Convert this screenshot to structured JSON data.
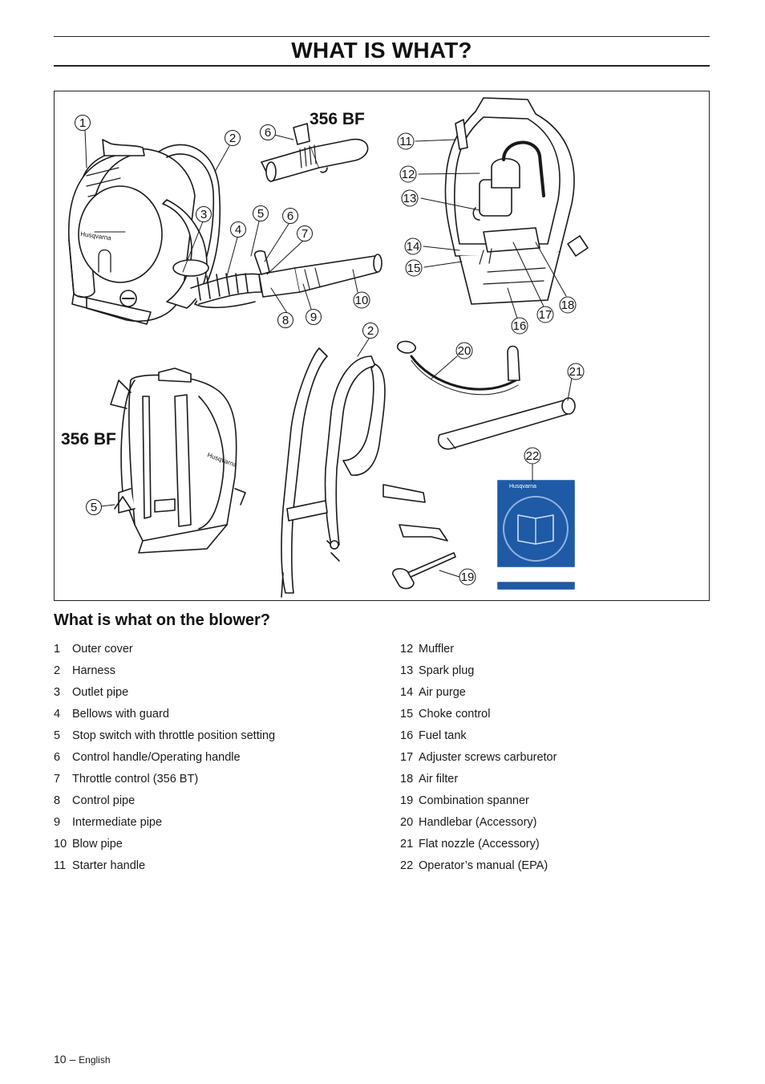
{
  "header": {
    "title": "WHAT IS WHAT?"
  },
  "figure": {
    "model_labels": [
      "356 BF",
      "356 BF"
    ],
    "brand_text": "Husqvarna",
    "callouts": [
      "1",
      "2",
      "3",
      "4",
      "5",
      "6",
      "7",
      "8",
      "9",
      "10",
      "11",
      "12",
      "13",
      "14",
      "15",
      "16",
      "17",
      "18",
      "19",
      "20",
      "21",
      "22",
      "6",
      "5",
      "2"
    ]
  },
  "section": {
    "title": "What is what on the blower?"
  },
  "parts_left": [
    {
      "num": "1",
      "label": "Outer cover"
    },
    {
      "num": "2",
      "label": "Harness"
    },
    {
      "num": "3",
      "label": "Outlet pipe"
    },
    {
      "num": "4",
      "label": "Bellows with guard"
    },
    {
      "num": "5",
      "label": "Stop switch with throttle position setting"
    },
    {
      "num": "6",
      "label": "Control handle/Operating handle"
    },
    {
      "num": "7",
      "label": "Throttle control (356 BT)"
    },
    {
      "num": "8",
      "label": "Control pipe"
    },
    {
      "num": "9",
      "label": "Intermediate pipe"
    },
    {
      "num": "10",
      "label": "Blow pipe"
    },
    {
      "num": "11",
      "label": "Starter handle"
    }
  ],
  "parts_right": [
    {
      "num": "12",
      "label": "Muffler"
    },
    {
      "num": "13",
      "label": "Spark plug"
    },
    {
      "num": "14",
      "label": "Air purge"
    },
    {
      "num": "15",
      "label": "Choke control"
    },
    {
      "num": "16",
      "label": "Fuel tank"
    },
    {
      "num": "17",
      "label": "Adjuster screws carburetor"
    },
    {
      "num": "18",
      "label": "Air filter"
    },
    {
      "num": "19",
      "label": "Combination spanner"
    },
    {
      "num": "20",
      "label": "Handlebar (Accessory)"
    },
    {
      "num": "21",
      "label": "Flat nozzle (Accessory)"
    },
    {
      "num": "22",
      "label": "Operator’s manual (EPA)"
    }
  ],
  "footer": {
    "page": "10 –",
    "language": "English"
  },
  "colors": {
    "manual_blue": "#1f5aa6",
    "ink": "#111111"
  }
}
